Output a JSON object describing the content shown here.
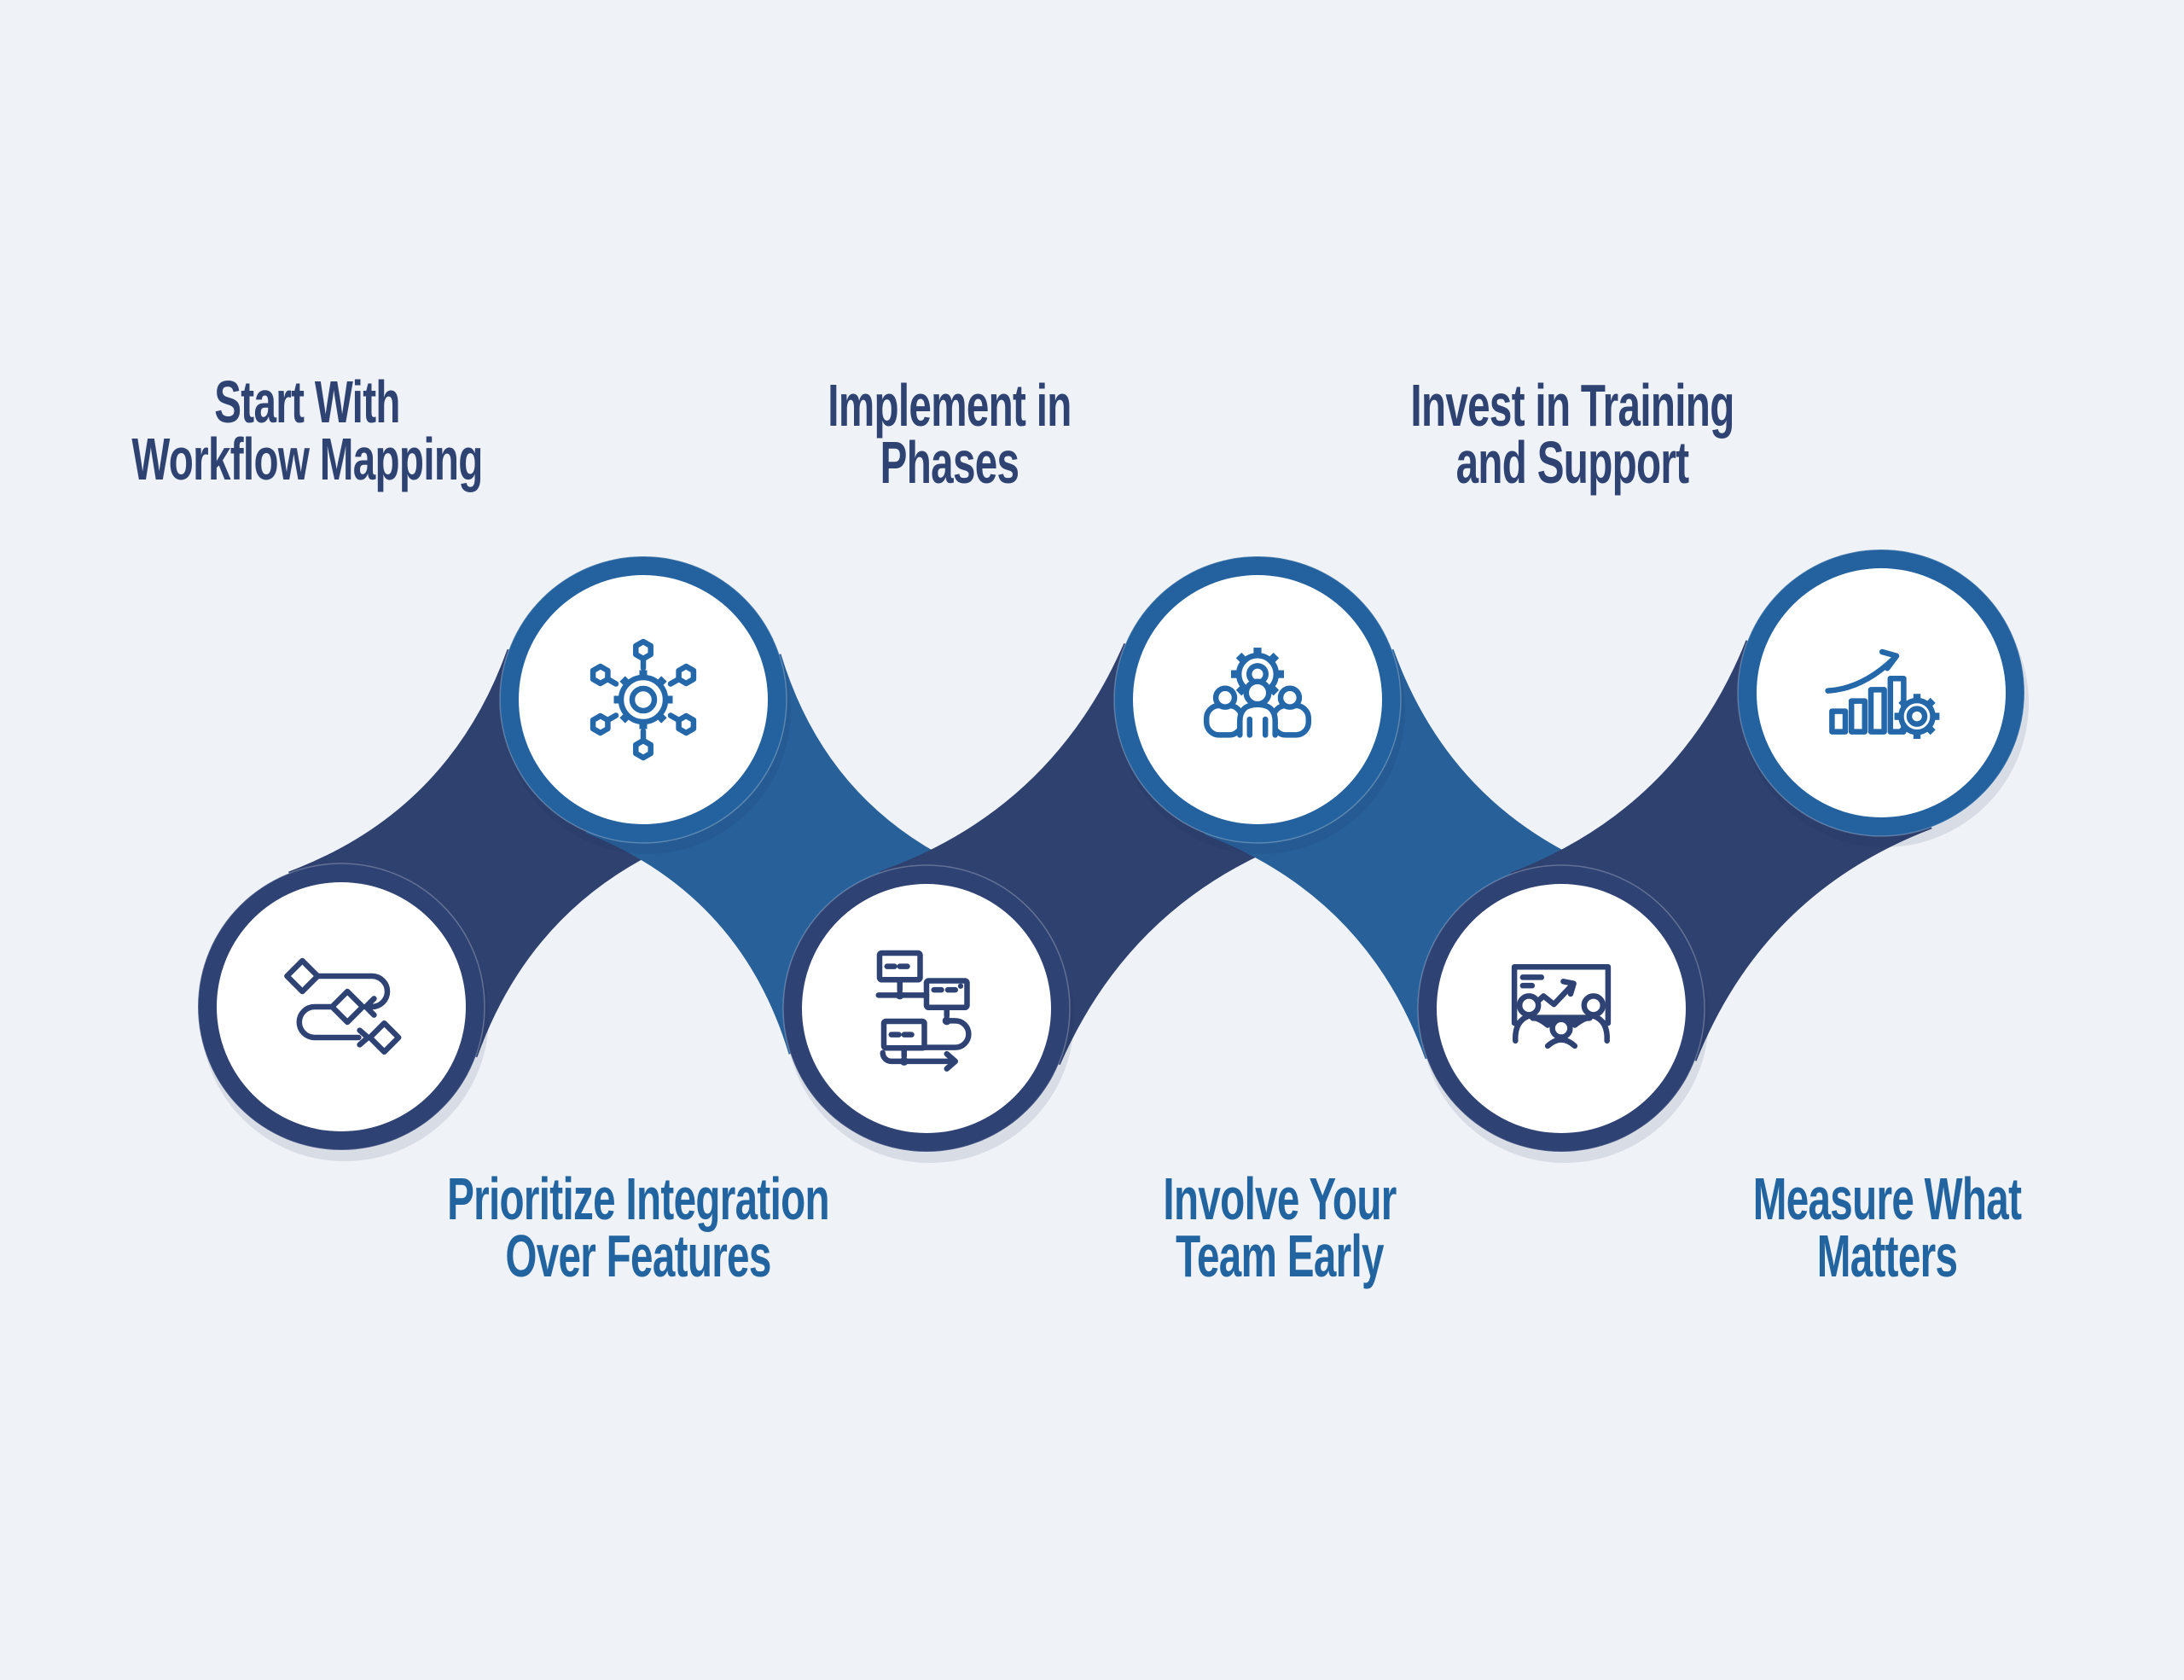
{
  "palette": {
    "background": "#eff2f6",
    "circle_fill": "#ffffff",
    "ring_navy": "#2e4274",
    "ring_blue": "#24629f",
    "connector_navy": "#2f416f",
    "connector_blue": "#28619a",
    "icon_navy": "#2e4373",
    "icon_blue": "#2468a9",
    "text_navy": "#2e4372",
    "text_blue": "#2264a0"
  },
  "steps": [
    {
      "label": "Start With Workflow Mapping",
      "label_lines": [
        "Start With",
        "Workflow Mapping"
      ],
      "icon": "workflow-mapping-icon",
      "theme": "navy",
      "label_position": "top"
    },
    {
      "label": "Prioritize Integration Over Features",
      "label_lines": [
        "Prioritize Integration",
        "Over Features"
      ],
      "icon": "integration-hub-icon",
      "theme": "blue",
      "label_position": "bottom"
    },
    {
      "label": "Implement in Phases",
      "label_lines": [
        "Implement in",
        "Phases"
      ],
      "icon": "phased-rollout-icon",
      "theme": "navy",
      "label_position": "top"
    },
    {
      "label": "Involve Your Team Early",
      "label_lines": [
        "Involve Your",
        "Team Early"
      ],
      "icon": "team-gear-icon",
      "theme": "blue",
      "label_position": "bottom"
    },
    {
      "label": "Invest in Training and Support",
      "label_lines": [
        "Invest in Training",
        "and Support"
      ],
      "icon": "training-presentation-icon",
      "theme": "navy",
      "label_position": "top"
    },
    {
      "label": "Measure What Matters",
      "label_lines": [
        "Measure What",
        "Matters"
      ],
      "icon": "measure-growth-gear-icon",
      "theme": "blue",
      "label_position": "bottom"
    }
  ],
  "connectors": [
    {
      "from": 1,
      "to": 2,
      "color": "navy"
    },
    {
      "from": 2,
      "to": 3,
      "color": "blue"
    },
    {
      "from": 3,
      "to": 4,
      "color": "navy"
    },
    {
      "from": 4,
      "to": 5,
      "color": "blue"
    },
    {
      "from": 5,
      "to": 6,
      "color": "navy"
    }
  ]
}
